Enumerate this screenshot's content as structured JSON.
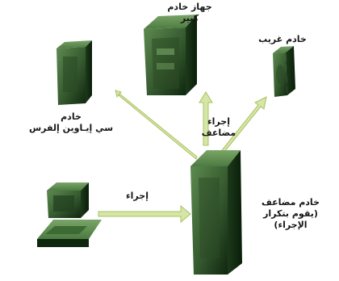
{
  "nodes": {
    "mainframe": {
      "label_line1": "جهاز خادم",
      "label_line2": "كبير"
    },
    "remote_server": {
      "label": "خادم غريب"
    },
    "cicsplex_server": {
      "label_line1": "خادم",
      "label_line2": "سي إيـاوين إلفرس"
    },
    "replicator_server": {
      "label_line1": "خادم مضاعف",
      "label_line2": "(يقوم بتكرار",
      "label_line3": "الإجراء)"
    }
  },
  "arrows": {
    "replicate_label_line1": "إجراء",
    "replicate_label_line2": "مضاعف",
    "request_label": "إجراء"
  },
  "colors": {
    "arrow_fill": "#d6e6a6",
    "arrow_stroke": "#a9c163",
    "device_dark": "#0f260f",
    "device_mid": "#365a2f",
    "device_light": "#5c8a4f"
  }
}
